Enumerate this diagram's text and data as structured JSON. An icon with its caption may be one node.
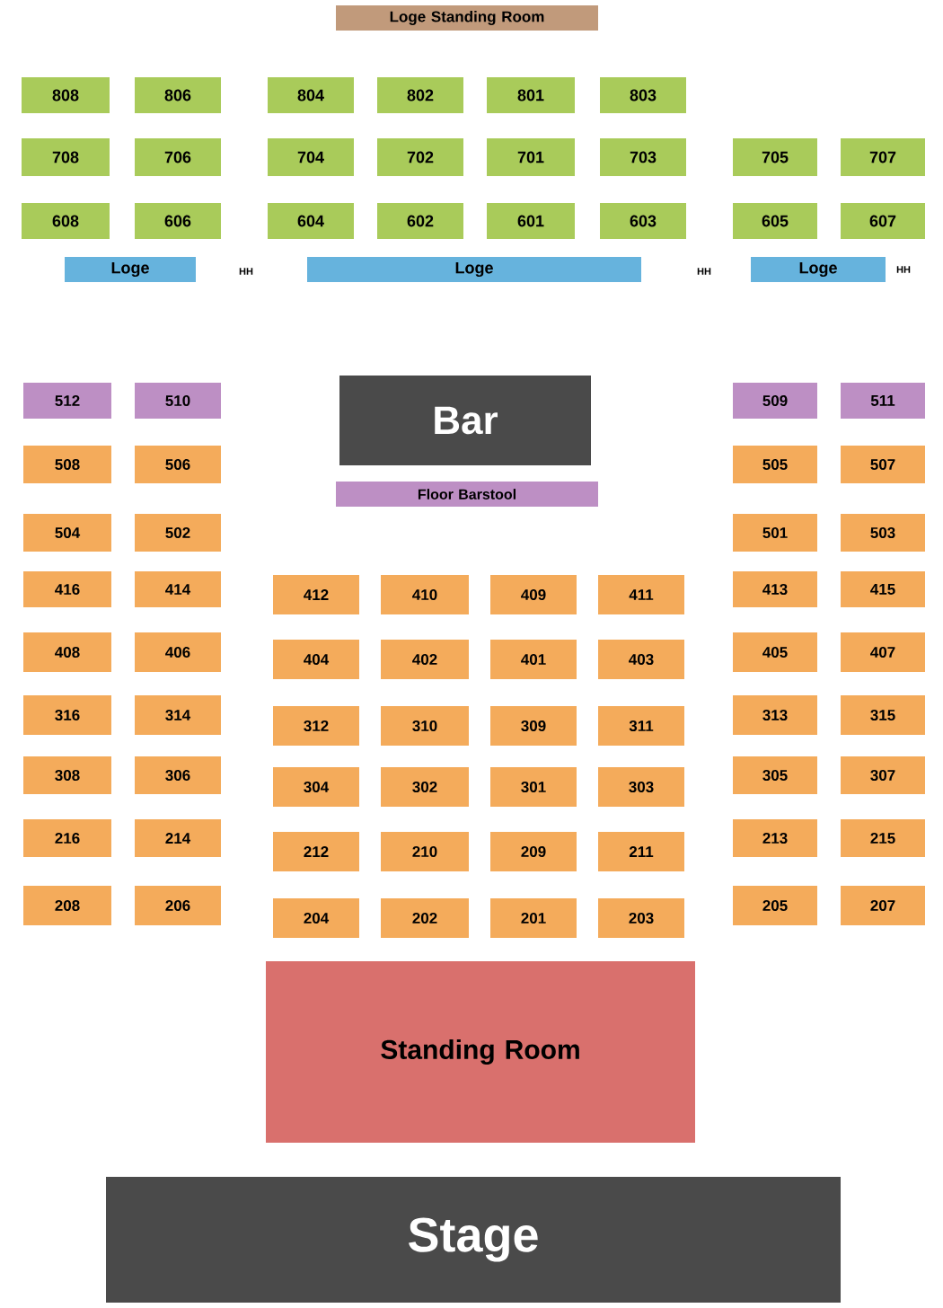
{
  "diagram": {
    "nodes": [
      {
        "text": [
          "Loge Standing Room"
        ]
      },
      {
        "text": [
          "808"
        ]
      },
      {
        "text": [
          "806"
        ]
      },
      {
        "text": [
          "804"
        ]
      },
      {
        "text": [
          "802"
        ]
      },
      {
        "text": [
          "801"
        ]
      },
      {
        "text": [
          "803"
        ]
      },
      {
        "text": [
          "708"
        ]
      },
      {
        "text": [
          "706"
        ]
      },
      {
        "text": [
          "704"
        ]
      },
      {
        "text": [
          "702"
        ]
      },
      {
        "text": [
          "701"
        ]
      },
      {
        "text": [
          "703"
        ]
      },
      {
        "text": [
          "705"
        ]
      },
      {
        "text": [
          "707"
        ]
      },
      {
        "text": [
          "608"
        ]
      },
      {
        "text": [
          "606"
        ]
      },
      {
        "text": [
          "604"
        ]
      },
      {
        "text": [
          "602"
        ]
      },
      {
        "text": [
          "601"
        ]
      },
      {
        "text": [
          "603"
        ]
      },
      {
        "text": [
          "605"
        ]
      },
      {
        "text": [
          "607"
        ]
      },
      {
        "text": [
          "Loge"
        ]
      },
      {
        "text": [
          "Loge"
        ]
      },
      {
        "text": [
          "Loge"
        ]
      },
      {
        "text": [
          "512"
        ]
      },
      {
        "text": [
          "510"
        ]
      },
      {
        "text": [
          "Bar"
        ]
      },
      {
        "text": [
          "509"
        ]
      },
      {
        "text": [
          "511"
        ]
      },
      {
        "text": [
          "508"
        ]
      },
      {
        "text": [
          "506"
        ]
      },
      {
        "text": [
          "505"
        ]
      },
      {
        "text": [
          "507"
        ]
      },
      {
        "text": [
          "Floor Barstool"
        ]
      },
      {
        "text": [
          "504"
        ]
      },
      {
        "text": [
          "502"
        ]
      },
      {
        "text": [
          "501"
        ]
      },
      {
        "text": [
          "503"
        ]
      },
      {
        "text": [
          "416"
        ]
      },
      {
        "text": [
          "414"
        ]
      },
      {
        "text": [
          "412"
        ]
      },
      {
        "text": [
          "410"
        ]
      },
      {
        "text": [
          "409"
        ]
      },
      {
        "text": [
          "411"
        ]
      },
      {
        "text": [
          "413"
        ]
      },
      {
        "text": [
          "415"
        ]
      },
      {
        "text": [
          "408"
        ]
      },
      {
        "text": [
          "406"
        ]
      },
      {
        "text": [
          "404"
        ]
      },
      {
        "text": [
          "402"
        ]
      },
      {
        "text": [
          "401"
        ]
      },
      {
        "text": [
          "403"
        ]
      },
      {
        "text": [
          "405"
        ]
      },
      {
        "text": [
          "407"
        ]
      },
      {
        "text": [
          "316"
        ]
      },
      {
        "text": [
          "314"
        ]
      },
      {
        "text": [
          "312"
        ]
      },
      {
        "text": [
          "310"
        ]
      },
      {
        "text": [
          "309"
        ]
      },
      {
        "text": [
          "311"
        ]
      },
      {
        "text": [
          "313"
        ]
      },
      {
        "text": [
          "315"
        ]
      },
      {
        "text": [
          "308"
        ]
      },
      {
        "text": [
          "306"
        ]
      },
      {
        "text": [
          "304"
        ]
      },
      {
        "text": [
          "302"
        ]
      },
      {
        "text": [
          "301"
        ]
      },
      {
        "text": [
          "303"
        ]
      },
      {
        "text": [
          "305"
        ]
      },
      {
        "text": [
          "307"
        ]
      },
      {
        "text": [
          "216"
        ]
      },
      {
        "text": [
          "214"
        ]
      },
      {
        "text": [
          "212"
        ]
      },
      {
        "text": [
          "210"
        ]
      },
      {
        "text": [
          "209"
        ]
      },
      {
        "text": [
          "211"
        ]
      },
      {
        "text": [
          "213"
        ]
      },
      {
        "text": [
          "215"
        ]
      },
      {
        "text": [
          "208"
        ]
      },
      {
        "text": [
          "206"
        ]
      },
      {
        "text": [
          "204"
        ]
      },
      {
        "text": [
          "202"
        ]
      },
      {
        "text": [
          "201"
        ]
      },
      {
        "text": [
          "203"
        ]
      },
      {
        "text": [
          "205"
        ]
      },
      {
        "text": [
          "207"
        ]
      },
      {
        "text": [
          "Standing Room"
        ]
      },
      {
        "text": [
          "Stage"
        ]
      }
    ],
    "labels": [
      "HH",
      "HH",
      "HH"
    ]
  }
}
